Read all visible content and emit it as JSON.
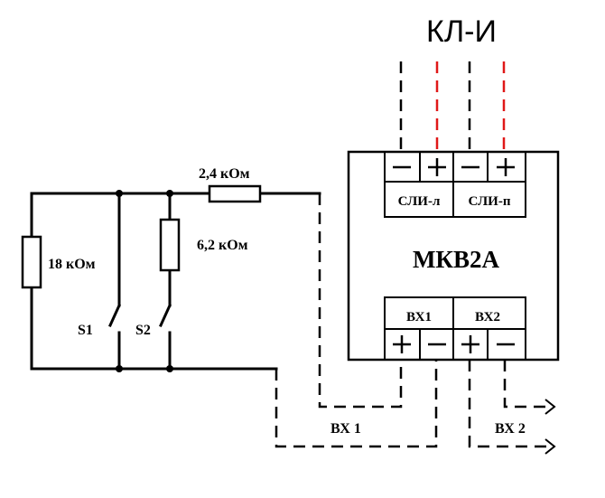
{
  "title": "КЛ-И",
  "module": {
    "name": "МКВ2А",
    "top_terminals": {
      "left_label": "СЛИ-л",
      "right_label": "СЛИ-п"
    },
    "bottom_terminals": {
      "left_label": "ВХ1",
      "right_label": "ВХ2"
    },
    "signs": {
      "minus": "−",
      "plus": "+"
    }
  },
  "resistors": {
    "r1": "2,4 кОм",
    "r2": "6,2 кОм",
    "r3": "18 кОм"
  },
  "switches": {
    "s1": "S1",
    "s2": "S2"
  },
  "inputs": {
    "vx1": "ВХ 1",
    "vx2": "ВХ 2"
  },
  "colors": {
    "line": "#000000",
    "positive": "#e01818"
  }
}
